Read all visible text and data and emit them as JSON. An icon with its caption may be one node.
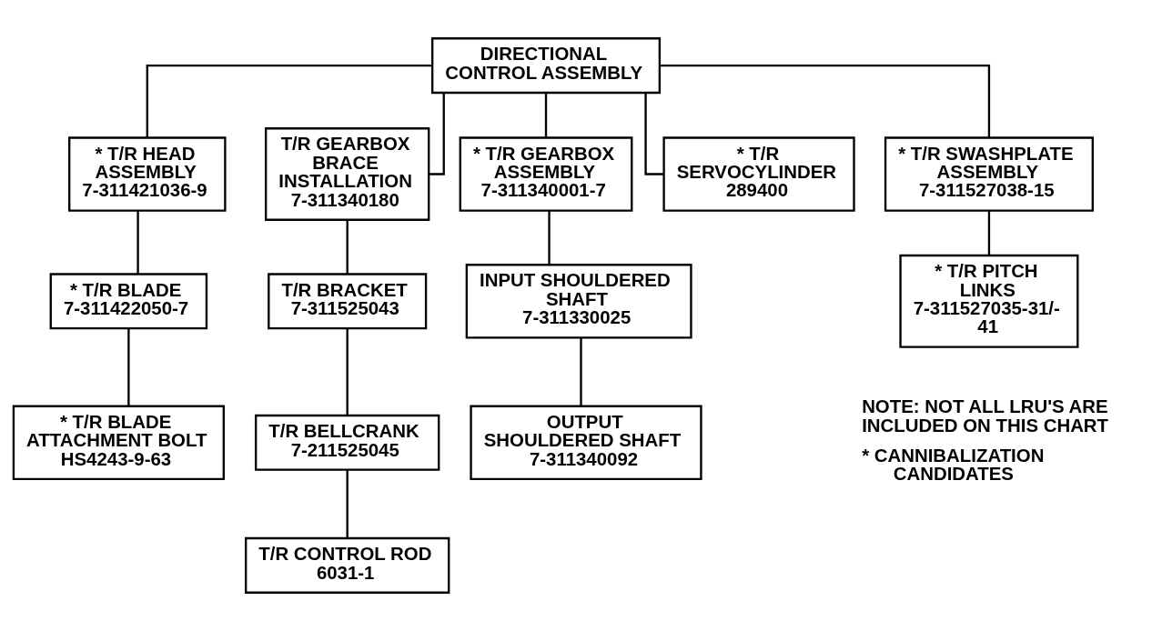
{
  "diagram": {
    "nodes": [
      {
        "text": [
          "DIRECTIONAL CONTROL ASSEMBLY"
        ]
      },
      {
        "text": [
          "* T/R HEAD ASSEMBLY",
          "7-311421036-9"
        ]
      },
      {
        "text": [
          "T/R GEARBOX BRACE INSTALLATION",
          "7-311340180"
        ]
      },
      {
        "text": [
          "* T/R GEARBOX ASSEMBLY",
          "7-311340001-7"
        ]
      },
      {
        "text": [
          "* T/R SERVOCYLINDER",
          "289400"
        ]
      },
      {
        "text": [
          "* T/R SWASHPLATE ASSEMBLY",
          "7-311527038-15"
        ]
      },
      {
        "text": [
          "* T/R BLADE",
          "7-311422050-7"
        ]
      },
      {
        "text": [
          "* T/R BLADE ATTACHMENT BOLT",
          "HS4243-9-63"
        ]
      },
      {
        "text": [
          "T/R BRACKET",
          "7-311525043"
        ]
      },
      {
        "text": [
          "T/R BELLCRANK",
          "7-211525045"
        ]
      },
      {
        "text": [
          "T/R CONTROL ROD",
          "6031-1"
        ]
      },
      {
        "text": [
          "INPUT SHOULDERED SHAFT",
          "7-311330025"
        ]
      },
      {
        "text": [
          "OUTPUT SHOULDERED SHAFT",
          "7-311340092"
        ]
      },
      {
        "text": [
          "* T/R PITCH LINKS",
          "7-311527035-31/-41"
        ]
      }
    ],
    "edges": [
      {
        "from": 0,
        "to": 1,
        "arrow": "none"
      },
      {
        "from": 0,
        "to": 2,
        "arrow": "none"
      },
      {
        "from": 0,
        "to": 3,
        "arrow": "none"
      },
      {
        "from": 0,
        "to": 4,
        "arrow": "none"
      },
      {
        "from": 0,
        "to": 5,
        "arrow": "none"
      },
      {
        "from": 1,
        "to": 6,
        "arrow": "none"
      },
      {
        "from": 6,
        "to": 7,
        "arrow": "none"
      },
      {
        "from": 2,
        "to": 8,
        "arrow": "none"
      },
      {
        "from": 8,
        "to": 9,
        "arrow": "none"
      },
      {
        "from": 9,
        "to": 10,
        "arrow": "none"
      },
      {
        "from": 3,
        "to": 11,
        "arrow": "none"
      },
      {
        "from": 11,
        "to": 12,
        "arrow": "none"
      },
      {
        "from": 5,
        "to": 13,
        "arrow": "none"
      }
    ],
    "labels": [
      "NOTE: NOT ALL LRU'S ARE INCLUDED ON THIS CHART",
      "* CANNIBALIZATION CANDIDATES"
    ]
  }
}
